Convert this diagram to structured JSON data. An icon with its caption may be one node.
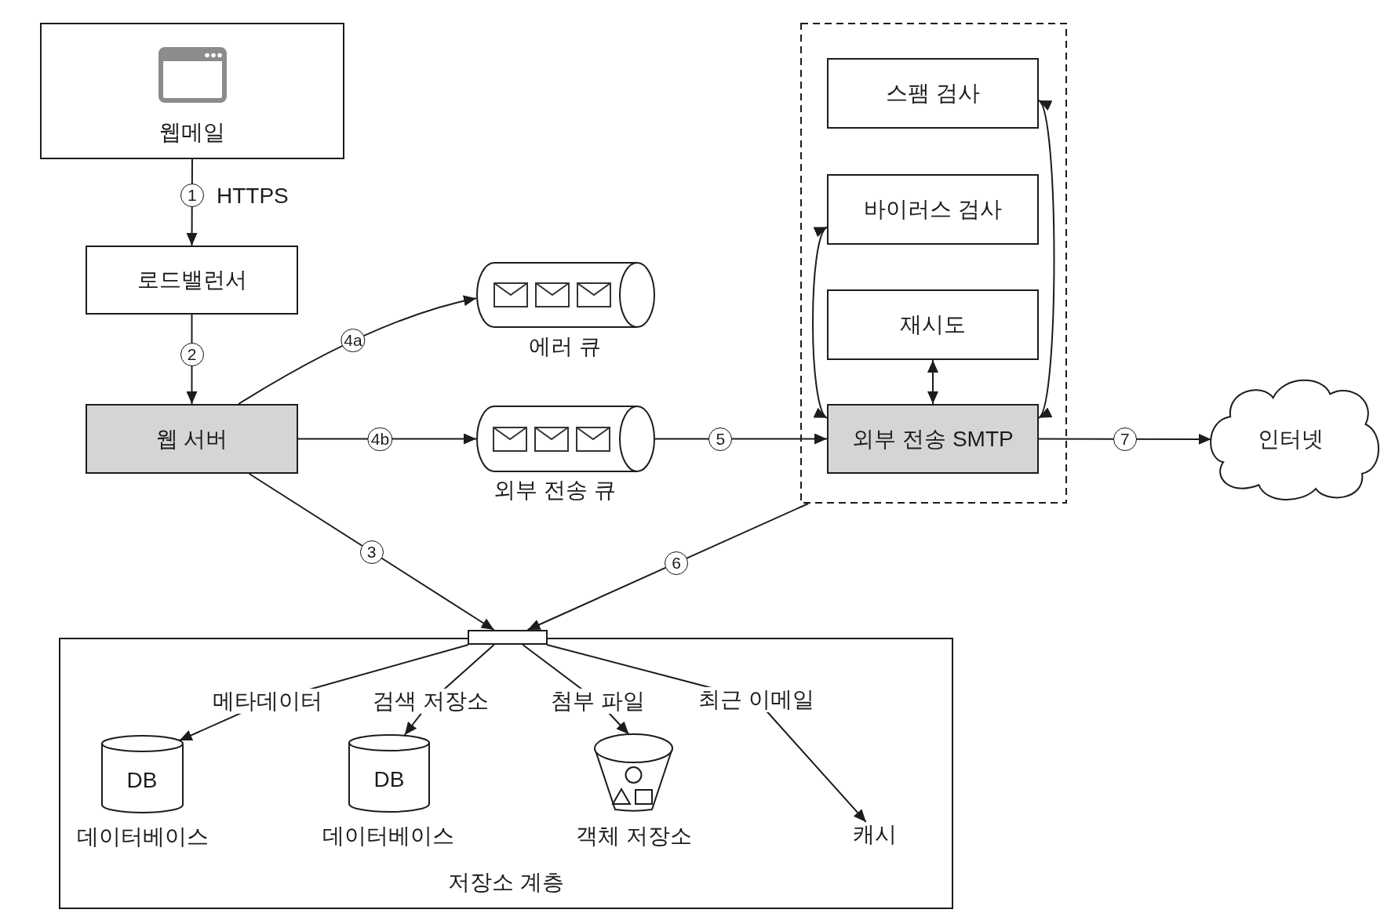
{
  "diagram": {
    "nodes": [
      {
        "text": [
          "웹메일"
        ]
      },
      {
        "text": [
          "로드밸런서"
        ]
      },
      {
        "text": [
          "웹 서버"
        ]
      },
      {
        "text": [],
        "shape": "cylinder",
        "beside": [
          "에러 큐"
        ]
      },
      {
        "text": [],
        "shape": "cylinder",
        "beside": [
          "외부 전송 큐"
        ]
      },
      {
        "text": [],
        "shape": "box"
      },
      {
        "text": [
          "스팸 검사"
        ],
        "in": 5
      },
      {
        "text": [
          "바이러스 검사"
        ],
        "in": 5
      },
      {
        "text": [
          "재시도"
        ],
        "in": 5
      },
      {
        "text": [
          "외부 전송 SMTP"
        ],
        "in": 5
      },
      {
        "text": [
          "인터넷"
        ]
      },
      {
        "text": [],
        "shape": "box"
      },
      {
        "text": [
          "저장소 계층"
        ]
      },
      {
        "text": [
          "DB"
        ],
        "beside": [
          "데이터베이스"
        ],
        "in": 12
      },
      {
        "text": [
          "DB"
        ],
        "beside": [
          "데이터베이스"
        ],
        "in": 12
      },
      {
        "text": [],
        "shape": "bucket",
        "beside": [
          "객체 저장소"
        ],
        "in": 12
      },
      {
        "text": [
          "캐시"
        ],
        "in": 12
      }
    ],
    "edges": [
      {
        "from": 0,
        "to": 1,
        "arrow": "to",
        "label": "1"
      },
      {
        "from": 1,
        "to": 2,
        "arrow": "to",
        "label": "2"
      },
      {
        "from": 2,
        "to": 11,
        "arrow": "to",
        "label": "3"
      },
      {
        "from": 2,
        "to": 3,
        "arrow": "to",
        "label": "4a"
      },
      {
        "from": 2,
        "to": 4,
        "arrow": "to",
        "label": "4b"
      },
      {
        "from": 4,
        "to": 9,
        "arrow": "to",
        "label": "5"
      },
      {
        "from": 5,
        "to": 11,
        "arrow": "to",
        "label": "6"
      },
      {
        "from": 9,
        "to": 10,
        "arrow": "to",
        "label": "7"
      },
      {
        "from": 9,
        "to": 7,
        "arrow": "both"
      },
      {
        "from": 9,
        "to": 8,
        "arrow": "both"
      },
      {
        "from": 9,
        "to": 6,
        "arrow": "both"
      },
      {
        "from": 11,
        "to": 13,
        "arrow": "to",
        "label": "메타데이터"
      },
      {
        "from": 11,
        "to": 14,
        "arrow": "to",
        "label": "검색 저장소"
      },
      {
        "from": 11,
        "to": 15,
        "arrow": "to",
        "label": "첨부 파일"
      },
      {
        "from": 11,
        "to": 16,
        "arrow": "to",
        "label": "최근 이메일"
      }
    ],
    "labels": [
      "HTTPS"
    ]
  }
}
